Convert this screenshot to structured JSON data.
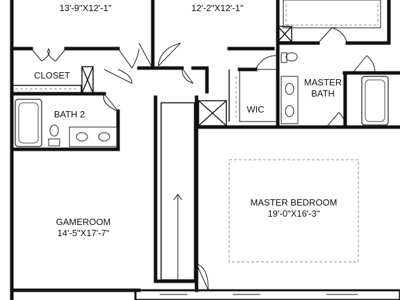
{
  "rooms": {
    "bedroom_top_left": {
      "dims": "13'-9\"X12'-1\""
    },
    "bedroom_top_mid": {
      "dims": "12'-2\"X12'-1\""
    },
    "closet": {
      "name": "CLOSET"
    },
    "bath2": {
      "name": "BATH 2"
    },
    "master_bath": {
      "name_line1": "MASTER",
      "name_line2": "BATH"
    },
    "wic": {
      "name": "WIC"
    },
    "master_bedroom": {
      "name": "MASTER BEDROOM",
      "dims": "19'-0\"X16'-3\""
    },
    "gameroom": {
      "name": "GAMEROOM",
      "dims": "14'-5\"X17'-7\""
    }
  },
  "colors": {
    "wall": "#111111",
    "fixture": "#444444",
    "dashed": "#888888"
  }
}
